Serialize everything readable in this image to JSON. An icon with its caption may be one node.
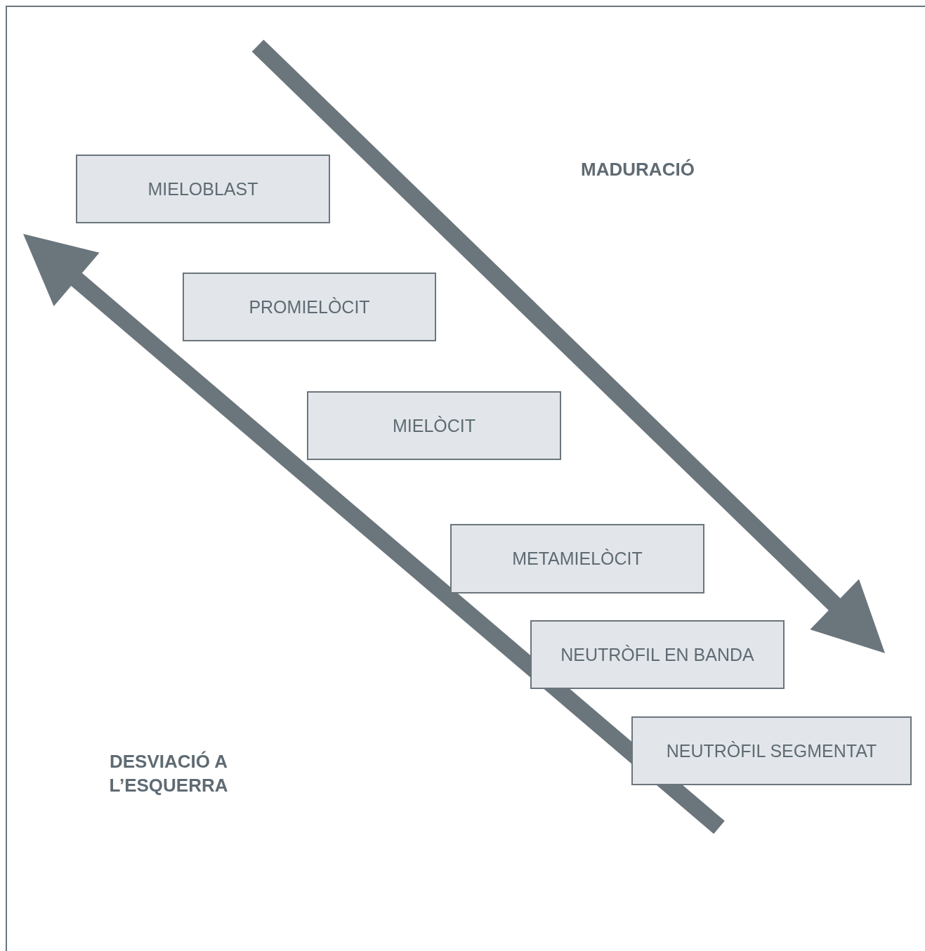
{
  "diagram": {
    "nodes": [
      {
        "text": [
          "MIELOBLAST"
        ]
      },
      {
        "text": [
          "PROMIELÒCIT"
        ]
      },
      {
        "text": [
          "MIELÒCIT"
        ]
      },
      {
        "text": [
          "METAMIELÒCIT"
        ]
      },
      {
        "text": [
          "NEUTRÒFIL EN BANDA"
        ]
      },
      {
        "text": [
          "NEUTRÒFIL SEGMENTAT"
        ]
      }
    ],
    "labels": [
      "MADURACIÓ",
      "DESVIACIÓ A L’ESQUERRA"
    ]
  }
}
